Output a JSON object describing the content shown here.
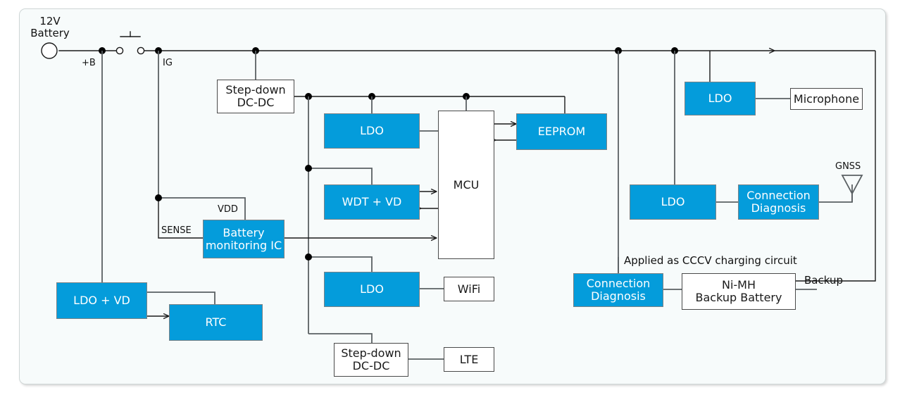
{
  "diagram": {
    "title_block": {
      "battery_label": "12V\nBattery"
    },
    "node_labels": [
      {
        "id": "plus-b",
        "text": "+B"
      },
      {
        "id": "ig",
        "text": "IG"
      },
      {
        "id": "vdd",
        "text": "VDD"
      },
      {
        "id": "sense",
        "text": "SENSE"
      },
      {
        "id": "gnss",
        "text": "GNSS"
      },
      {
        "id": "backup",
        "text": "Backup"
      },
      {
        "id": "cccv-note",
        "text": "Applied as CCCV charging circuit"
      }
    ],
    "blocks": [
      {
        "id": "step-down-dcdc-top",
        "label": "Step-down\nDC-DC",
        "style": "white"
      },
      {
        "id": "ldo-mcu",
        "label": "LDO",
        "style": "blue"
      },
      {
        "id": "wdt-vd",
        "label": "WDT + VD",
        "style": "blue"
      },
      {
        "id": "mcu",
        "label": "MCU",
        "style": "white"
      },
      {
        "id": "eeprom",
        "label": "EEPROM",
        "style": "blue"
      },
      {
        "id": "battery-monitoring-ic",
        "label": "Battery\nmonitoring IC",
        "style": "blue"
      },
      {
        "id": "ldo-vd",
        "label": "LDO + VD",
        "style": "blue"
      },
      {
        "id": "rtc",
        "label": "RTC",
        "style": "blue"
      },
      {
        "id": "ldo-wifi",
        "label": "LDO",
        "style": "blue"
      },
      {
        "id": "wifi",
        "label": "WiFi",
        "style": "white"
      },
      {
        "id": "step-down-dcdc-lte",
        "label": "Step-down\nDC-DC",
        "style": "white"
      },
      {
        "id": "lte",
        "label": "LTE",
        "style": "white"
      },
      {
        "id": "ldo-microphone",
        "label": "LDO",
        "style": "blue"
      },
      {
        "id": "microphone",
        "label": "Microphone",
        "style": "white"
      },
      {
        "id": "ldo-gnss",
        "label": "LDO",
        "style": "blue"
      },
      {
        "id": "connection-diagnosis-gnss",
        "label": "Connection\nDiagnosis",
        "style": "blue"
      },
      {
        "id": "connection-diagnosis-battery",
        "label": "Connection\nDiagnosis",
        "style": "blue"
      },
      {
        "id": "nimh-backup-battery",
        "label": "Ni-MH\nBackup Battery",
        "style": "white"
      }
    ],
    "colors": {
      "accent_blue": "#049cdb",
      "block_border": "#7a8286",
      "white_block_border": "#4a4a4a",
      "wire": "#5a6063",
      "wire_dark": "#1a1a1a",
      "canvas": "#f7fbfb",
      "frame_border": "#cfd6d6"
    }
  }
}
